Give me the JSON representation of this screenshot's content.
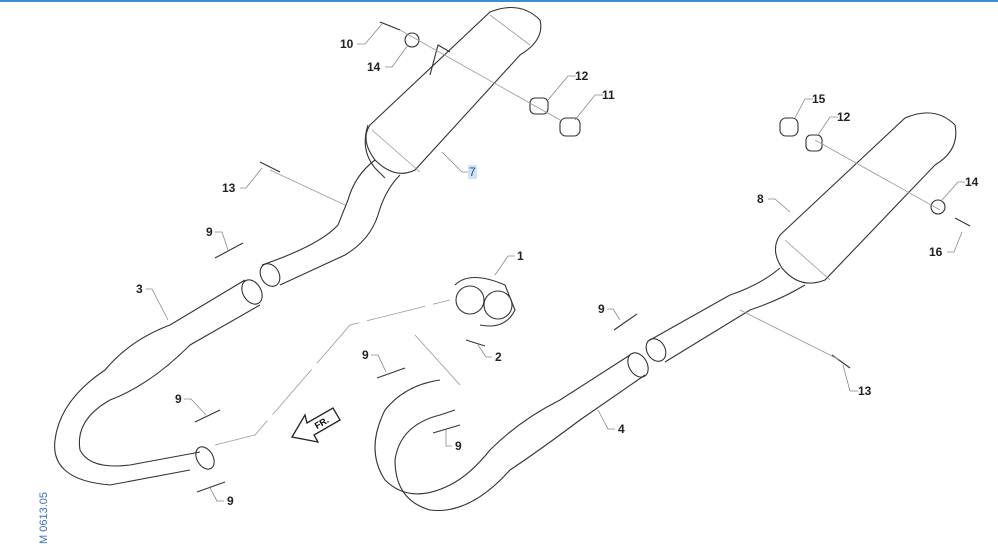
{
  "diagram": {
    "drawing_code": "M 0613.05",
    "direction_arrow_label": "FR.",
    "callouts": [
      {
        "id": "c10",
        "label": "10"
      },
      {
        "id": "c14a",
        "label": "14"
      },
      {
        "id": "c12a",
        "label": "12"
      },
      {
        "id": "c11",
        "label": "11"
      },
      {
        "id": "c13a",
        "label": "13"
      },
      {
        "id": "c7",
        "label": "7",
        "selected": true
      },
      {
        "id": "c15",
        "label": "15"
      },
      {
        "id": "c12b",
        "label": "12"
      },
      {
        "id": "c14b",
        "label": "14"
      },
      {
        "id": "c8",
        "label": "8"
      },
      {
        "id": "c16",
        "label": "16"
      },
      {
        "id": "c9a",
        "label": "9"
      },
      {
        "id": "c3",
        "label": "3"
      },
      {
        "id": "c1",
        "label": "1"
      },
      {
        "id": "c9b",
        "label": "9"
      },
      {
        "id": "c2",
        "label": "2"
      },
      {
        "id": "c9c",
        "label": "9"
      },
      {
        "id": "c13b",
        "label": "13"
      },
      {
        "id": "c9d",
        "label": "9"
      },
      {
        "id": "c4",
        "label": "4"
      },
      {
        "id": "c9e",
        "label": "9"
      },
      {
        "id": "c9f",
        "label": "9"
      }
    ]
  },
  "colors": {
    "accent": "#3a8fd1",
    "highlight": "#cfe3f5"
  }
}
